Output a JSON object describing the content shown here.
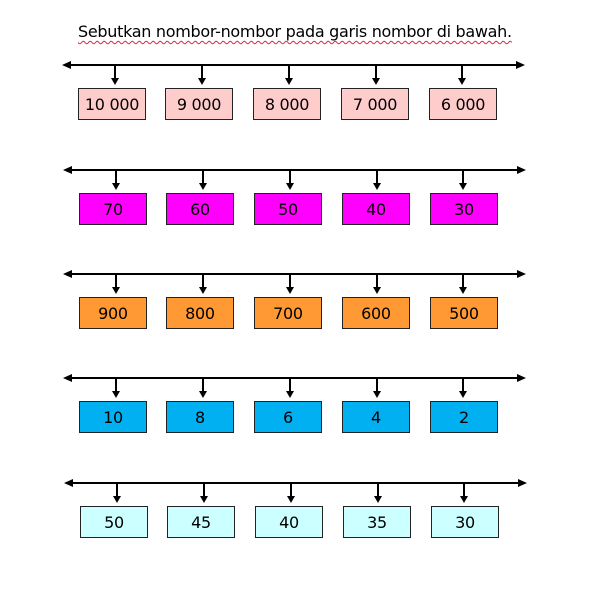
{
  "title": "Sebutkan nombor-nombor pada garis nombor di bawah.",
  "rows": [
    {
      "color": "#ffcccc",
      "values": [
        "10 000",
        "9 000",
        "8 000",
        "7 000",
        "6 000"
      ]
    },
    {
      "color": "#ff00ff",
      "values": [
        "70",
        "60",
        "50",
        "40",
        "30"
      ]
    },
    {
      "color": "#ff9933",
      "values": [
        "900",
        "800",
        "700",
        "600",
        "500"
      ]
    },
    {
      "color": "#00b0f0",
      "values": [
        "10",
        "8",
        "6",
        "4",
        "2"
      ]
    },
    {
      "color": "#ccffff",
      "values": [
        "50",
        "45",
        "40",
        "35",
        "30"
      ]
    }
  ]
}
